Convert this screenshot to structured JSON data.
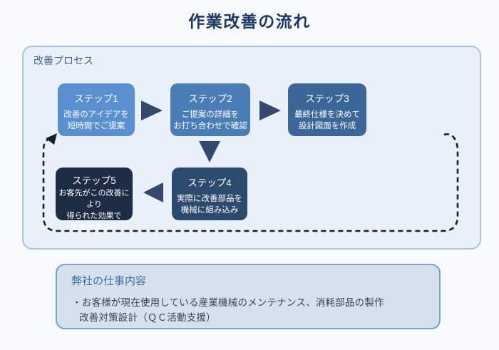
{
  "page": {
    "title": "作業改善の流れ",
    "background_color": "#f7f9fc",
    "title_color": "#1e3a63"
  },
  "process": {
    "label": "改善プロセス",
    "panel_background": "#e8f1f9",
    "panel_border_color": "#aac4de",
    "arrow_color": "#34496b",
    "loop_color": "#191f2f",
    "steps": [
      {
        "title": "ステップ1",
        "body": "改善のアイデアを\n短時間でご提案",
        "color": "#5a8fd0"
      },
      {
        "title": "ステップ2",
        "body": "ご提案の詳細を\nお打ち合わせで確認",
        "color": "#4a7cb5"
      },
      {
        "title": "ステップ3",
        "body": "最終仕様を決めて\n設計図面を作成",
        "color": "#3a6797"
      },
      {
        "title": "ステップ4",
        "body": "実際に改善部品を\n機械に組み込み",
        "color": "#2c4a6e"
      },
      {
        "title": "ステップ5",
        "body": "お客先がこの改善により\n得られた効果で\n生産効率ＵＰ",
        "color": "#1d2c44"
      }
    ]
  },
  "work": {
    "title": "弊社の仕事内容",
    "panel_background": "#d5e1ed",
    "panel_border_color": "#7fa3c8",
    "lines": [
      "・お客様が現在使用している産業機械のメンテナンス、消耗部品の製作",
      "改善対策設計（ＱＣ活動支援）"
    ]
  }
}
